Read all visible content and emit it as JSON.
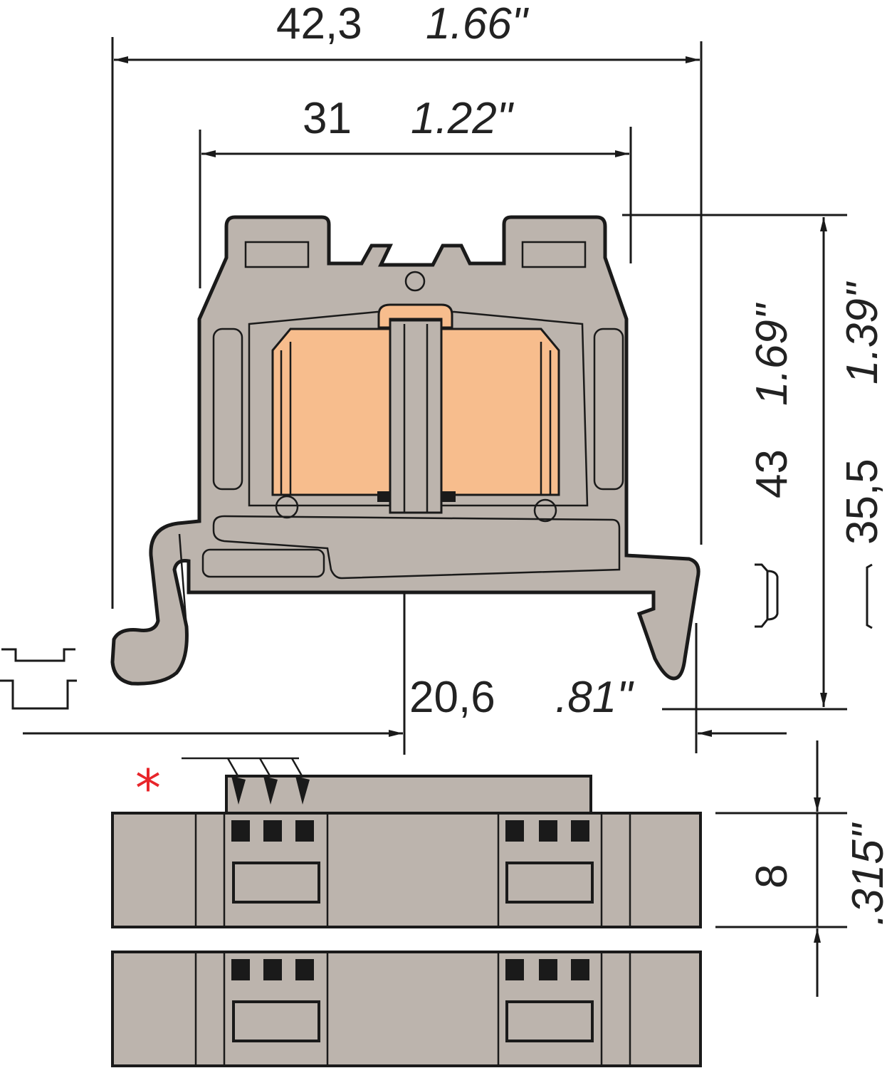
{
  "dimensions": {
    "overall_width_mm": "42,3",
    "overall_width_in": "1.66\"",
    "inner_width_mm": "31",
    "inner_width_in": "1.22\"",
    "height_mm": "43",
    "height_in": "1.69\"",
    "rail_height_mm": "35,5",
    "rail_height_in": "1.39\"",
    "offset_mm": "20,6",
    "offset_in": ".81\"",
    "thickness_mm": "8",
    "thickness_in": ".315\""
  },
  "marker": "*",
  "colors": {
    "housing": "#bcb4ad",
    "copper_clamp": "#f7bd8d",
    "outline": "#1a1a1a",
    "asterisk": "#e8252a"
  }
}
